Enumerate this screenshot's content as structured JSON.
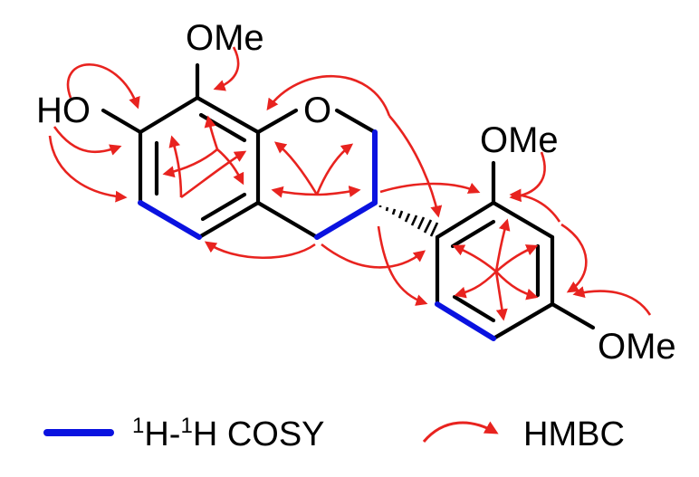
{
  "labels": {
    "ome_top": "OMe",
    "ho": "HO",
    "ring_o": "O",
    "ome_ring_top": "OMe",
    "ome_ring_bottom": "OMe"
  },
  "legend": {
    "cosy_sup1": "1",
    "cosy_h1": "H-",
    "cosy_sup2": "1",
    "cosy_h2": "H COSY",
    "hmbc_label": "HMBC"
  },
  "colors": {
    "cosy": "#0a12e0",
    "hmbc": "#e8231f",
    "bond": "#000000"
  }
}
